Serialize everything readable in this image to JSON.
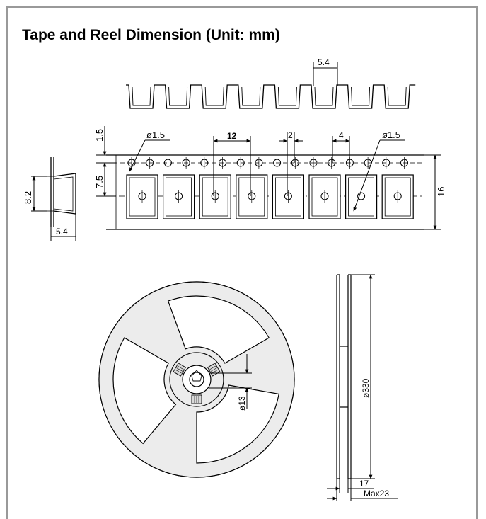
{
  "title": "Tape and Reel Dimension (Unit: mm)",
  "colors": {
    "line": "#000000",
    "frame": "#999999",
    "reel_fill": "#ececec",
    "pocket_shade": "#d9d9d9",
    "background": "#ffffff"
  },
  "dimensions": {
    "pocket_pitch_top": "5.4",
    "hole_to_edge": "1.5",
    "sprocket_hole_dia_left": "ø1.5",
    "pocket_pitch": "12",
    "hole_offset": "2",
    "sprocket_pitch": "4",
    "sprocket_hole_dia_right": "ø1.5",
    "edge_to_center": "7.5",
    "tape_width": "16",
    "pocket_depth_side": "8.2",
    "pocket_width_side": "5.4",
    "hub_dia": "ø13",
    "reel_dia": "ø330",
    "reel_width": "17",
    "reel_width_max": "Max23"
  }
}
